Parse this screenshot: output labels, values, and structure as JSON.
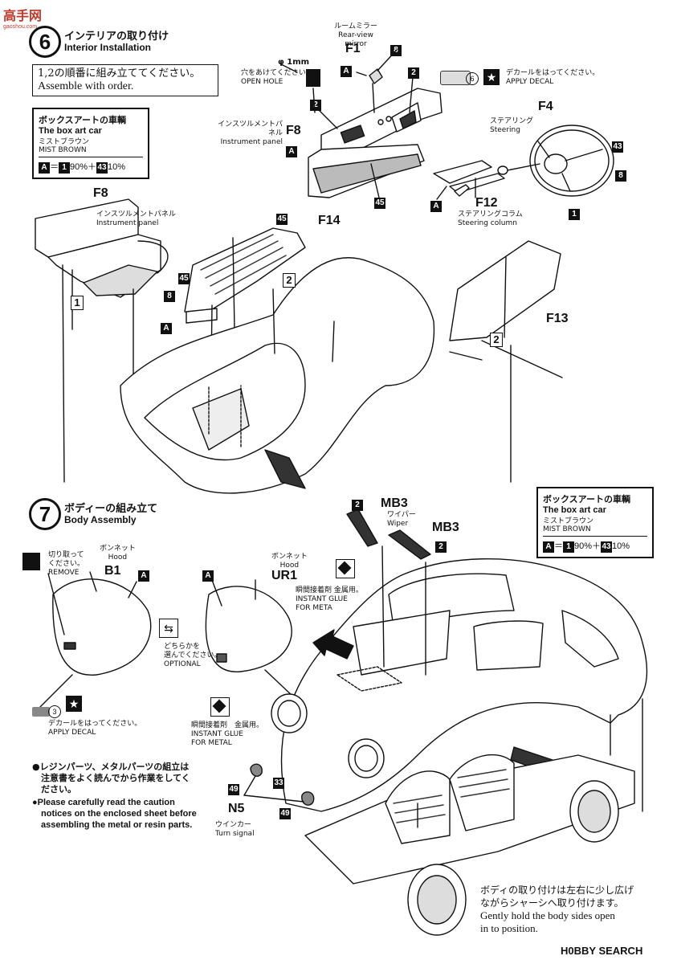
{
  "watermark": {
    "top_left_jp": "高手网",
    "top_left_url": "gaoshou.com"
  },
  "step6": {
    "number": "6",
    "title_jp": "インテリアの取り付け",
    "title_en": "Interior Installation",
    "order_jp": "1,2の順番に組み立ててください。",
    "order_en": "Assemble with order.",
    "colorbox": {
      "jp": "ボックスアートの車輌",
      "en": "The box art car",
      "color_jp": "ミストブラウン",
      "color_en": "MIST BROWN",
      "mix_a": "A",
      "mix_1": "1",
      "mix_1pct": "90%＋",
      "mix_43": "43",
      "mix_43pct": "10%"
    },
    "mirror_jp": "ルームミラー",
    "mirror_en": "Rear-view mirror",
    "mirror_part": "F1",
    "mirror_num": "8",
    "mirror_a": "A",
    "hole_size": "φ 1mm",
    "hole_jp": "穴をあけてください。",
    "hole_en": "OPEN HOLE",
    "decal_num": "6",
    "decal_jp": "デカールをはってください。",
    "decal_en": "APPLY DECAL",
    "panel_jp": "インスツルメントパネル",
    "panel_en": "Instrument panel",
    "panel_part": "F8",
    "panel_num2": "2",
    "panel_num2b": "2",
    "panel_a": "A",
    "panel_45": "45",
    "steer_part": "F4",
    "steer_jp": "ステアリング",
    "steer_en": "Steering",
    "steer_43": "43",
    "steer_8": "8",
    "steer_1": "1",
    "col_part": "F12",
    "col_jp": "ステアリングコラム",
    "col_en": "Steering column",
    "col_a": "A",
    "left_part": "F8",
    "left_jp": "インスツルメントパネル",
    "left_en": "Instrument panel",
    "f14": "F14",
    "f14_45": "45",
    "f14_45b": "45",
    "f14_8": "8",
    "f14_a": "A",
    "f13": "F13",
    "order1": "1",
    "order2": "2",
    "order2b": "2"
  },
  "step7": {
    "number": "7",
    "title_jp": "ボディーの組み立て",
    "title_en": "Body Assembly",
    "colorbox": {
      "jp": "ボックスアートの車輌",
      "en": "The box art car",
      "color_jp": "ミストブラウン",
      "color_en": "MIST BROWN",
      "mix_a": "A",
      "mix_1": "1",
      "mix_1pct": "90%＋",
      "mix_43": "43",
      "mix_43pct": "10%"
    },
    "wiper_part1": "MB3",
    "wiper_part2": "MB3",
    "wiper_num1": "2",
    "wiper_num2": "2",
    "wiper_jp": "ワイパー",
    "wiper_en": "Wiper",
    "remove_jp": "切り取って\nください。",
    "remove_en": "REMOVE",
    "hood1_jp": "ボンネット",
    "hood1_en": "Hood",
    "hood1_part": "B1",
    "hood1_a": "A",
    "hood2_jp": "ボンネット",
    "hood2_en": "Hood",
    "hood2_part": "UR1",
    "hood2_a": "A",
    "glue1_jp": "瞬間接着剤 金属用。",
    "glue1_en": "INSTANT GLUE\nFOR META",
    "optional_jp": "どちらかを\n選んでください。",
    "optional_en": "OPTIONAL",
    "decal_num": "3",
    "decal_jp": "デカールをはってください。",
    "decal_en": "APPLY DECAL",
    "glue2_jp": "瞬間接着剤　金属用。",
    "glue2_en": "INSTANT GLUE\nFOR METAL",
    "caution_jp": "●レジンパーツ、メタルパーツの組立は\n　注意書をよく読んでから作業をしてく\n　ださい。",
    "caution_en": "●Please carefully read the caution\n　notices on the enclosed sheet before\n　assembling the metal or resin parts.",
    "turn_part": "N5",
    "turn_49a": "49",
    "turn_49b": "49",
    "turn_33": "33",
    "turn_jp": "ウインカー",
    "turn_en": "Turn signal",
    "final_jp": "ボディの取り付けは左右に少し広げ\nながらシャーシへ取り付けます。",
    "final_en": "Gently hold the body sides open\nin to position."
  },
  "footer": {
    "logo": "H0BBY SEARCH"
  }
}
